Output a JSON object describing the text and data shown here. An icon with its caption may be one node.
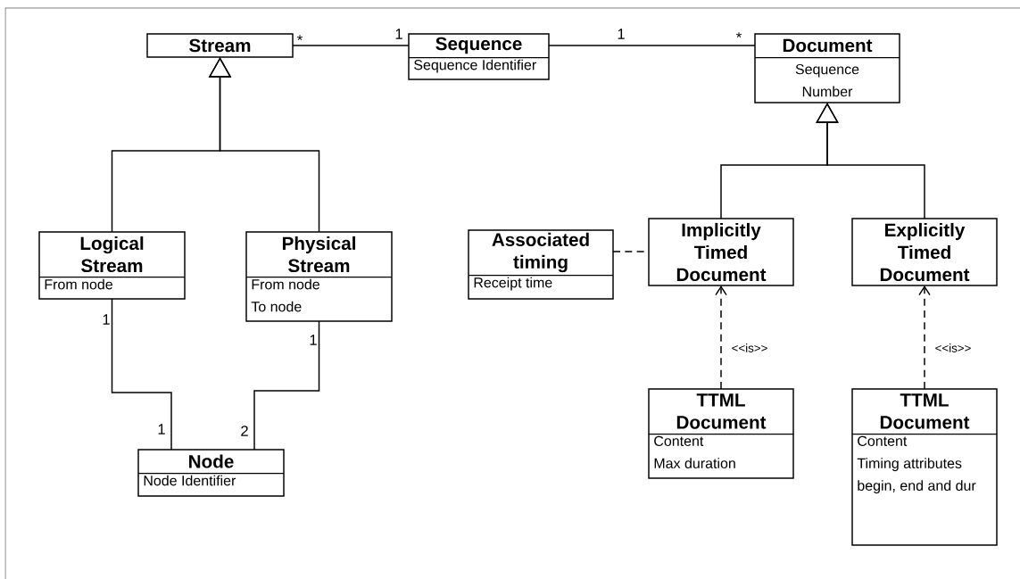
{
  "diagram": {
    "nodes": [
      {
        "text": [
          "Stream"
        ]
      },
      {
        "text": [
          "Sequence",
          "Sequence Identifier"
        ]
      },
      {
        "text": [
          "Document",
          "Sequence Number"
        ]
      },
      {
        "text": [
          "Logical Stream",
          "From node"
        ]
      },
      {
        "text": [
          "Physical Stream",
          "From node",
          "To node"
        ]
      },
      {
        "text": [
          "Associated timing",
          "Receipt time"
        ]
      },
      {
        "text": [
          "Implicitly Timed Document"
        ]
      },
      {
        "text": [
          "Explicitly Timed Document"
        ]
      },
      {
        "text": [
          "TTML Document",
          "Content",
          "Max duration"
        ]
      },
      {
        "text": [
          "TTML Document",
          "Content",
          "Timing attributes begin, end and dur"
        ]
      },
      {
        "text": [
          "Node",
          "Node Identifier"
        ]
      }
    ],
    "edges": [
      {
        "from": 0,
        "to": 1,
        "arrow": "none"
      },
      {
        "from": 1,
        "to": 2,
        "arrow": "none"
      },
      {
        "from": 3,
        "to": 0,
        "arrow": "to"
      },
      {
        "from": 4,
        "to": 0,
        "arrow": "to"
      },
      {
        "from": 6,
        "to": 2,
        "arrow": "to"
      },
      {
        "from": 7,
        "to": 2,
        "arrow": "to"
      },
      {
        "from": 5,
        "to": 6,
        "arrow": "none",
        "style": "dashed"
      },
      {
        "from": 8,
        "to": 6,
        "arrow": "to",
        "style": "dashed",
        "label": "<<is>>"
      },
      {
        "from": 9,
        "to": 7,
        "arrow": "to",
        "style": "dashed",
        "label": "<<is>>"
      },
      {
        "from": 3,
        "to": 10,
        "arrow": "none"
      },
      {
        "from": 4,
        "to": 10,
        "arrow": "none"
      }
    ],
    "labels": [
      "*",
      "1",
      "1",
      "*",
      "1",
      "1",
      "1",
      "2"
    ]
  }
}
